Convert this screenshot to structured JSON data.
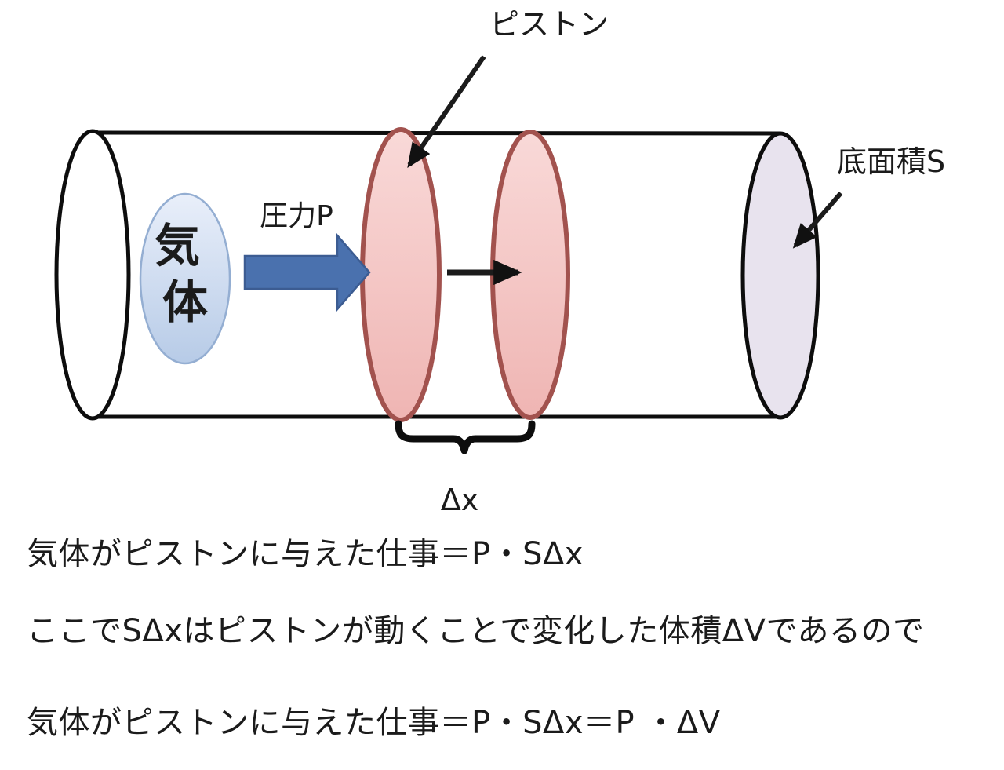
{
  "diagram": {
    "labels": {
      "piston": "ピストン",
      "base_area": "底面積S",
      "pressure": "圧力P",
      "gas_char_1": "気",
      "gas_char_2": "体",
      "delta_x": "Δx"
    },
    "colors": {
      "ink": "#1b1b1b",
      "cylinder_outline": "#0d0d0d",
      "cylinder_end_fill": "#e8e3ee",
      "piston_border": "#a2524e",
      "piston_fill_top": "#f9d9d8",
      "piston_fill_bottom": "#efb5b3",
      "gas_border": "#94aed2",
      "gas_fill_top": "#e9effa",
      "gas_fill_bottom": "#b7cbe7",
      "pressure_arrow_fill": "#4a71ae",
      "pressure_arrow_border": "#3c5c92"
    }
  },
  "equations": {
    "line1": "気体がピストンに与えた仕事＝P・SΔx",
    "line2": "ここでSΔxはピストンが動くことで変化した体積ΔVであるので",
    "line3": "気体がピストンに与えた仕事＝P・SΔx＝P ・ΔV"
  }
}
